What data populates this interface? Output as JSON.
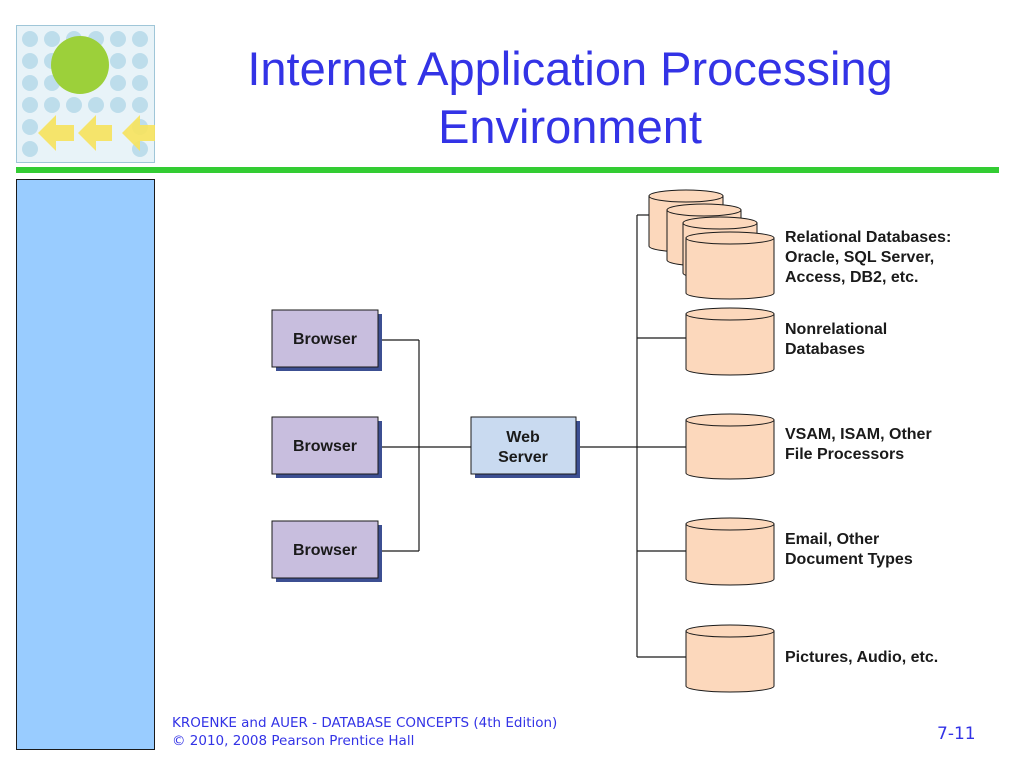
{
  "slide": {
    "title_line1": "Internet Application Processing",
    "title_line2": "Environment",
    "footer_line1": "KROENKE and AUER -  DATABASE CONCEPTS (4th Edition)",
    "footer_line2": "© 2010, 2008 Pearson Prentice Hall",
    "page_number": "7-11"
  },
  "diagram": {
    "browsers": [
      "Browser",
      "Browser",
      "Browser"
    ],
    "server_line1": "Web",
    "server_line2": "Server",
    "databases": [
      {
        "lines": [
          "Relational Databases:",
          "Oracle, SQL Server,",
          "Access, DB2, etc."
        ]
      },
      {
        "lines": [
          "Nonrelational",
          "Databases"
        ]
      },
      {
        "lines": [
          "VSAM, ISAM, Other",
          "File Processors"
        ]
      },
      {
        "lines": [
          "Email, Other",
          "Document Types"
        ]
      },
      {
        "lines": [
          "Pictures, Audio, etc."
        ]
      }
    ]
  },
  "colors": {
    "title": "#3333e6",
    "green_rule": "#33cc33",
    "side_panel": "#99ccff",
    "browser_fill": "#c8bede",
    "server_fill": "#c9daf0",
    "cylinder_fill": "#fcd8bc",
    "shadow": "#3c4f92"
  }
}
